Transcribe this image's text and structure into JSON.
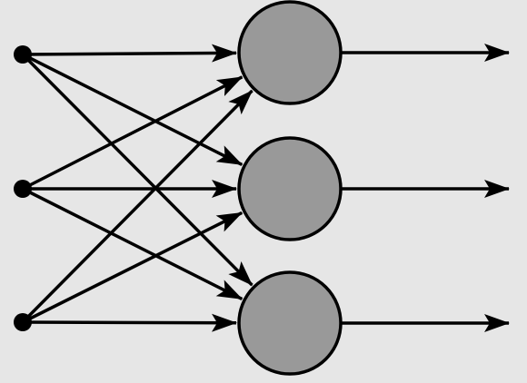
{
  "colors": {
    "background": "#e6e6e6",
    "line": "#000000",
    "neuron_fill": "#999999",
    "input_node": "#000000"
  },
  "diagram": {
    "type": "single-layer-neural-network",
    "inputs": [
      {
        "id": "input-1"
      },
      {
        "id": "input-2"
      },
      {
        "id": "input-3"
      }
    ],
    "neurons": [
      {
        "id": "neuron-1"
      },
      {
        "id": "neuron-2"
      },
      {
        "id": "neuron-3"
      }
    ],
    "connections": "fully-connected",
    "outputs_per_neuron": 1
  }
}
